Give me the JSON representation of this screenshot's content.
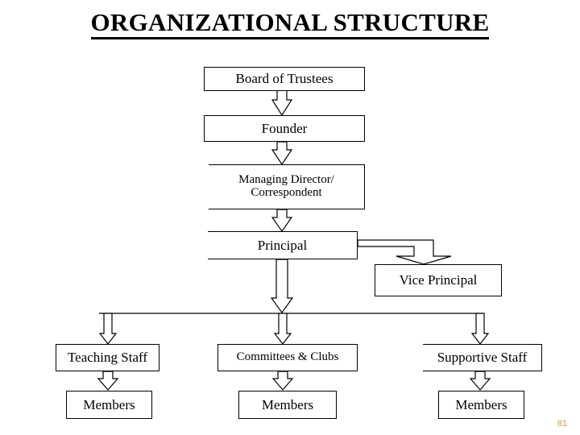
{
  "title": "ORGANIZATIONAL STRUCTURE",
  "nodes": {
    "board": "Board of Trustees",
    "founder": "Founder",
    "managing_director": "Managing Director/\nCorrespondent",
    "principal": "Principal",
    "vice_principal": "Vice Principal",
    "teaching_staff": "Teaching Staff",
    "committees": "Committees & Clubs",
    "supportive_staff": "Supportive Staff",
    "members_teaching": "Members",
    "members_committees": "Members",
    "members_supportive": "Members"
  },
  "edges": [
    [
      "board",
      "founder"
    ],
    [
      "founder",
      "managing_director"
    ],
    [
      "managing_director",
      "principal"
    ],
    [
      "principal",
      "vice_principal"
    ],
    [
      "principal",
      "teaching_staff"
    ],
    [
      "principal",
      "committees"
    ],
    [
      "principal",
      "supportive_staff"
    ],
    [
      "teaching_staff",
      "members_teaching"
    ],
    [
      "committees",
      "members_committees"
    ],
    [
      "supportive_staff",
      "members_supportive"
    ]
  ],
  "page_number": "81",
  "colors": {
    "page_number": "#c8a040"
  }
}
